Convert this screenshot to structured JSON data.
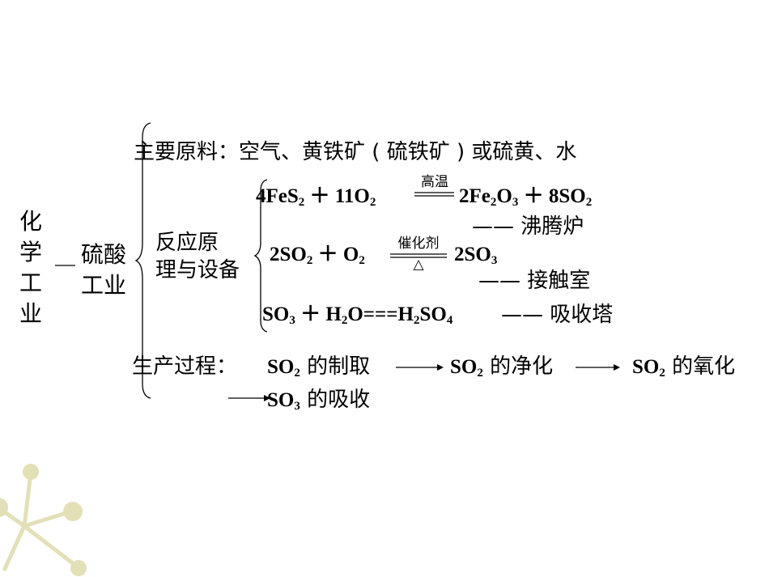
{
  "root": [
    "化",
    "学",
    "工",
    "业"
  ],
  "connector_dash": "—",
  "branch": {
    "line1": "硫酸",
    "line2": "工业"
  },
  "raw_materials": {
    "label": "主要原料：",
    "text": "空气、黄铁矿 ( 硫铁矿 ) 或硫黄、水"
  },
  "principle": {
    "line1": "反应原",
    "line2": "理与设备"
  },
  "eq1": {
    "p1": "4FeS",
    "p1_sub": "2",
    "p2": " ＋ 11O",
    "p2_sub": "2",
    "cond": "高温",
    "p3": "2Fe",
    "p3_sub": "2",
    "p4": "O",
    "p4_sub": "3",
    "p5": " ＋ 8SO",
    "p5_sub": "2",
    "equipment": "—— 沸腾炉"
  },
  "eq2": {
    "p1": "2SO",
    "p1_sub": "2",
    "p2": " ＋ O",
    "p2_sub": "2",
    "cond_top": "催化剂",
    "cond_bottom": "△",
    "p3": "2SO",
    "p3_sub": "3",
    "equipment": "—— 接触室"
  },
  "eq3": {
    "p1": "SO",
    "p1_sub": "3",
    "p2": " ＋ H",
    "p2_sub": "2",
    "p3": "O===H",
    "p3_sub": "2",
    "p4": "SO",
    "p4_sub": "4",
    "equipment": "—— 吸收塔"
  },
  "process": {
    "label": "生产过程：",
    "step1": {
      "f": "SO",
      "sub": "2",
      "t": " 的制取"
    },
    "step2": {
      "f": "SO",
      "sub": "2",
      "t": " 的净化"
    },
    "step3": {
      "f": "SO",
      "sub": "2",
      "t": " 的氧化"
    },
    "step4": {
      "f": "SO",
      "sub": "3",
      "t": " 的吸收"
    }
  },
  "colors": {
    "decor": "#e3e0b8",
    "text": "#000000"
  }
}
